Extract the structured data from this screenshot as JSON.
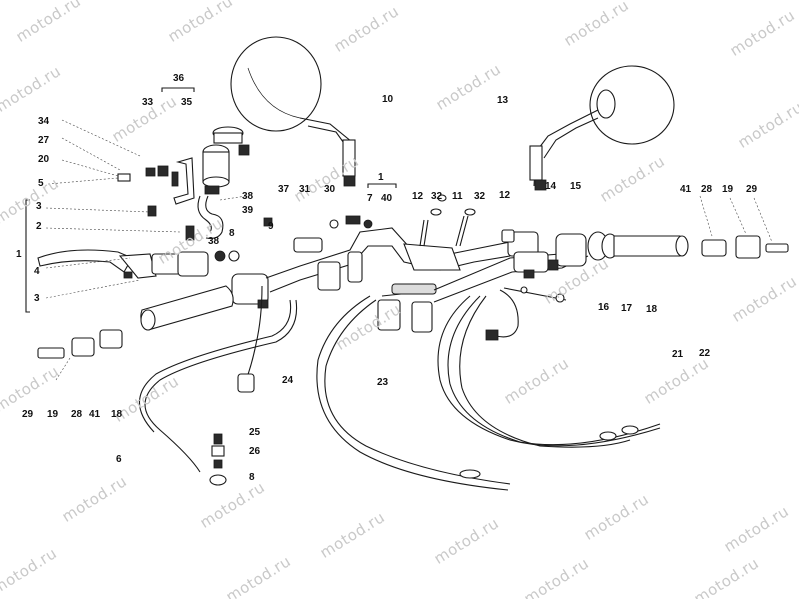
{
  "watermark": "motod.ru",
  "callouts": {
    "n36": "36",
    "n33": "33",
    "n35": "35",
    "n34": "34",
    "n27": "27",
    "n20": "20",
    "n5": "5",
    "n3a": "3",
    "n2": "2",
    "n1": "1",
    "n4": "4",
    "n3b": "3",
    "n10": "10",
    "n13": "13",
    "n1b": "1",
    "n7": "7",
    "n40": "40",
    "n38a": "38",
    "n39": "39",
    "n37": "37",
    "n31": "31",
    "n30": "30",
    "n9": "9",
    "n8a": "8",
    "n38b": "38",
    "n12a": "12",
    "n32a": "32",
    "n11": "11",
    "n32b": "32",
    "n12b": "12",
    "n14": "14",
    "n15": "15",
    "n41a": "41",
    "n28a": "28",
    "n19a": "19",
    "n29a": "29",
    "n16": "16",
    "n17": "17",
    "n18a": "18",
    "n21": "21",
    "n22": "22",
    "n24": "24",
    "n23": "23",
    "n29b": "29",
    "n19b": "19",
    "n28b": "28",
    "n41b": "41",
    "n18b": "18",
    "n6": "6",
    "n25": "25",
    "n26": "26",
    "n8b": "8"
  }
}
